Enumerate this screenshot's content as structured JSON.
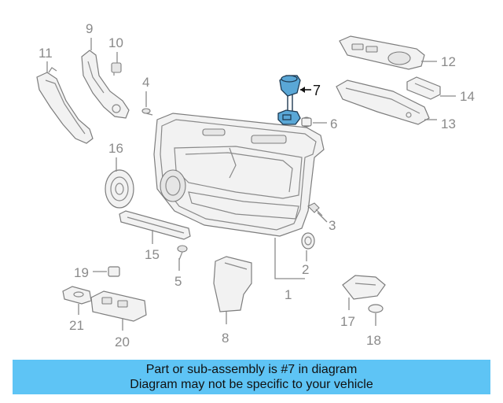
{
  "diagram": {
    "callouts": {
      "c1": "1",
      "c2": "2",
      "c3": "3",
      "c4": "4",
      "c5": "5",
      "c6": "6",
      "c7": "7",
      "c8": "8",
      "c9": "9",
      "c10": "10",
      "c11": "11",
      "c12": "12",
      "c13": "13",
      "c14": "14",
      "c15": "15",
      "c16": "16",
      "c17": "17",
      "c18": "18",
      "c19": "19",
      "c20": "20",
      "c21": "21"
    },
    "highlight_color": "#5aa7d6"
  },
  "banner": {
    "line1": "Part or sub-assembly is #7 in diagram",
    "line2": "Diagram may not be specific to your vehicle",
    "background": "#5ec4f5"
  }
}
